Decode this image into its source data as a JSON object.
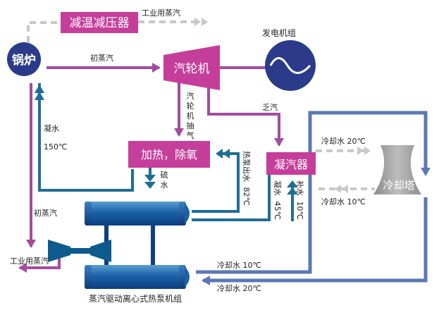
{
  "colors": {
    "steam": "#a54b9e",
    "water_dark": "#1f6e95",
    "water_blue": "#5a78b6",
    "cool_grey": "#c8c8c8",
    "box_magenta": "#c53e9a",
    "tower": "#a8a8a8",
    "generator": "#2b3b8a",
    "pump_dark": "#0d5a8c",
    "text": "#222222",
    "white": "#ffffff"
  },
  "icons": {
    "boiler": "circle-boiler-icon",
    "turbine": "turbine-trapezoid-icon",
    "generator": "sine-wave-generator-icon",
    "cooling_tower": "cooling-tower-icon",
    "heat_pump": "tank-pair-icon",
    "compressor": "double-cone-compressor-icon"
  },
  "nodes": {
    "boiler": "锅炉",
    "desuperheater": "减温减压器",
    "turbine": "汽轮机",
    "generator": "发电机组",
    "heater": "加热，除氧",
    "condenser": "凝汽器",
    "cooling_tower": "冷却塔",
    "heat_pump": "蒸汽驱动离心式热泵机组"
  },
  "labels": {
    "industrial_steam_top": "工业用蒸汽",
    "main_steam_top": "初蒸汽",
    "exhaust_steam": "乏汽",
    "turbine_extraction": "汽轮机抽气",
    "condensate": "凝水",
    "condensate_temp": "150℃",
    "drain": "硫水",
    "heat_pump_out": "热泵出水",
    "heat_pump_out_temp": "82℃",
    "condensed_water": "凝水",
    "condensed_water_temp": "45℃",
    "makeup_water": "补水",
    "makeup_water_temp": "10℃",
    "cool_20_top": "冷却水 20℃",
    "cool_10_top": "冷却水 10℃",
    "main_steam_left": "初蒸汽",
    "industrial_steam_bottom": "工业用蒸汽",
    "cool_10_bottom": "冷却水 10℃",
    "cool_20_bottom": "冷却水 20℃"
  }
}
